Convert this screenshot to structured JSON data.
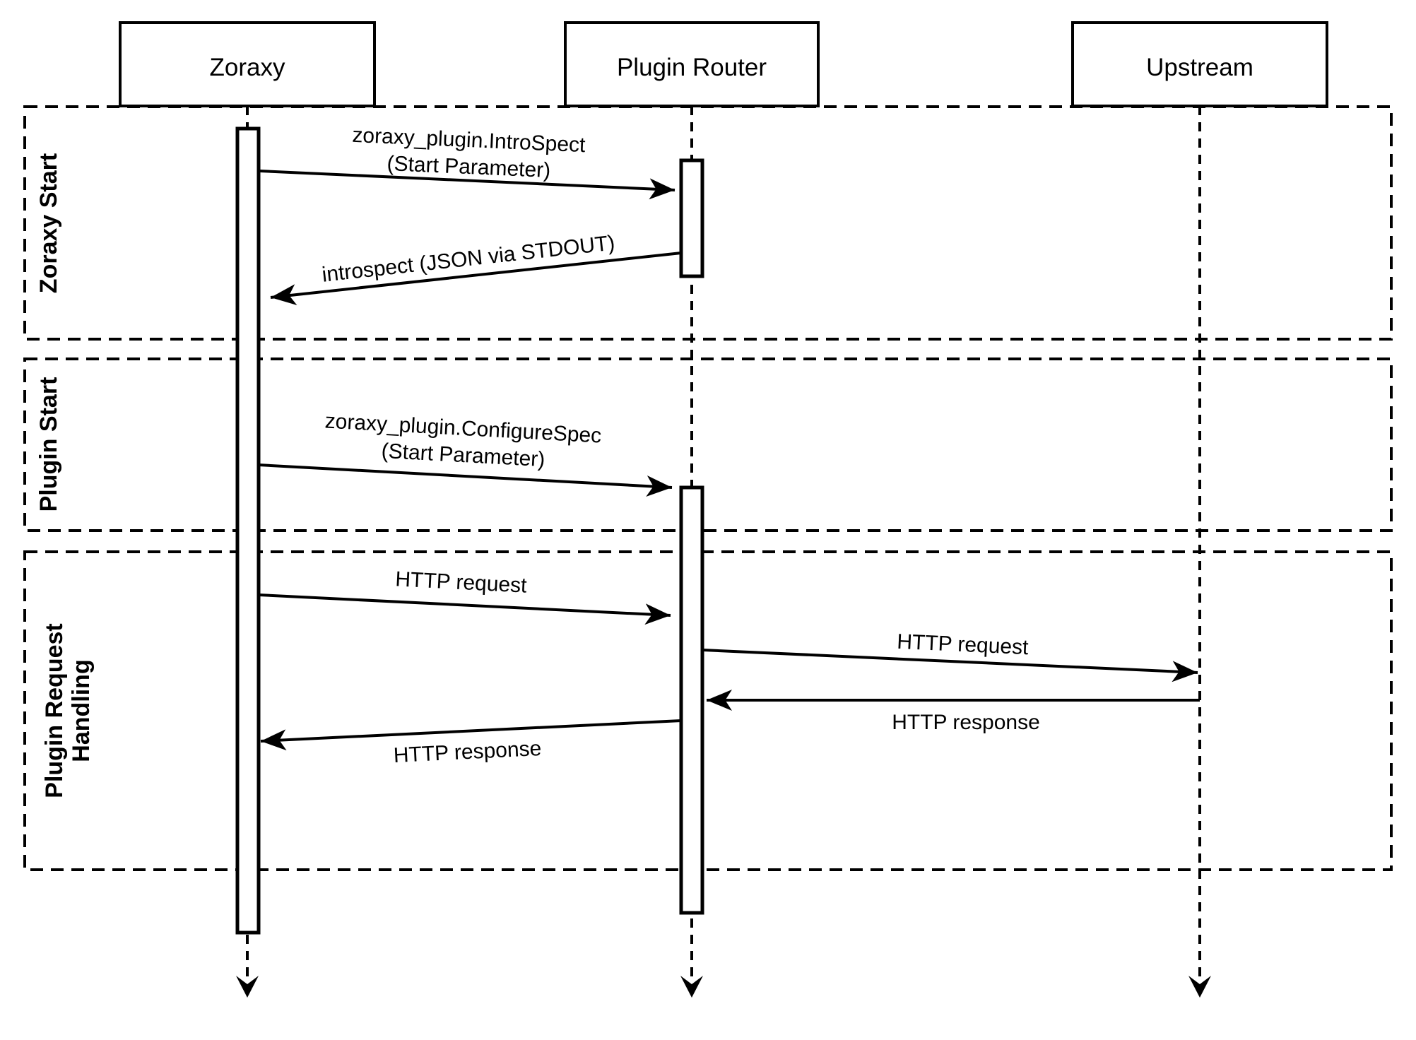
{
  "diagram": {
    "type": "sequence-diagram",
    "colors": {
      "background": "#ffffff",
      "ink": "#000000"
    },
    "actors": [
      {
        "name": "Zoraxy"
      },
      {
        "name": "Plugin Router"
      },
      {
        "name": "Upstream"
      }
    ],
    "groups": [
      {
        "lines": [
          "Zoraxy Start"
        ]
      },
      {
        "lines": [
          "Plugin Start"
        ]
      },
      {
        "lines": [
          "Plugin Request",
          "Handling"
        ]
      }
    ],
    "messages": [
      {
        "from": "Zoraxy",
        "to": "Plugin Router",
        "lines": [
          "zoraxy_plugin.IntroSpect",
          "(Start Parameter)"
        ]
      },
      {
        "from": "Plugin Router",
        "to": "Zoraxy",
        "lines": [
          "introspect (JSON via STDOUT)"
        ]
      },
      {
        "from": "Zoraxy",
        "to": "Plugin Router",
        "lines": [
          "zoraxy_plugin.ConfigureSpec",
          "(Start Parameter)"
        ]
      },
      {
        "from": "Zoraxy",
        "to": "Plugin Router",
        "lines": [
          "HTTP request"
        ]
      },
      {
        "from": "Plugin Router",
        "to": "Upstream",
        "lines": [
          "HTTP request"
        ]
      },
      {
        "from": "Upstream",
        "to": "Plugin Router",
        "lines": [
          "HTTP response"
        ]
      },
      {
        "from": "Plugin Router",
        "to": "Zoraxy",
        "lines": [
          "HTTP response"
        ]
      }
    ]
  }
}
